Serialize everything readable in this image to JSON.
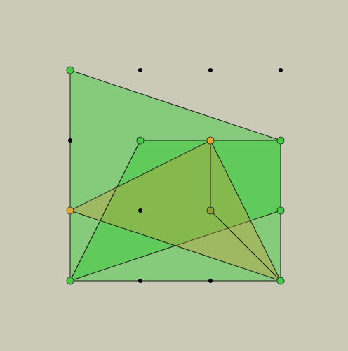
{
  "colors": {
    "background": "#cbcab8",
    "green": "#33cc33",
    "yellow": "#cc9933",
    "vertex_green": "#44cc44",
    "vertex_orange": "#e0a830",
    "vertex_olive": "#8fa030"
  },
  "grid": {
    "columns": 4,
    "rows": 4,
    "cells": [
      [
        0,
        0
      ],
      [
        1,
        0
      ],
      [
        2,
        0
      ],
      [
        3,
        0
      ],
      [
        0,
        1
      ],
      [
        1,
        1
      ],
      [
        2,
        1
      ],
      [
        3,
        1
      ],
      [
        0,
        2
      ],
      [
        1,
        2
      ],
      [
        2,
        2
      ],
      [
        3,
        2
      ],
      [
        0,
        3
      ],
      [
        1,
        3
      ],
      [
        2,
        3
      ],
      [
        3,
        3
      ]
    ]
  },
  "polygons": [
    {
      "name": "outer-quadrilateral",
      "color": "green",
      "opacity": 0.45,
      "points": [
        [
          0,
          0
        ],
        [
          3,
          1
        ],
        [
          3,
          3
        ],
        [
          0,
          3
        ]
      ]
    },
    {
      "name": "inner-rectangle",
      "color": "green",
      "opacity": 0.45,
      "points": [
        [
          1,
          1
        ],
        [
          3,
          1
        ],
        [
          3,
          2
        ],
        [
          0,
          3
        ]
      ]
    },
    {
      "name": "yellow-triangle",
      "color": "yellow",
      "opacity": 0.35,
      "points": [
        [
          2,
          1
        ],
        [
          0,
          2
        ],
        [
          3,
          3
        ]
      ]
    }
  ],
  "edges": [
    {
      "name": "vertical-divider-edge",
      "from": [
        2,
        1
      ],
      "to": [
        2,
        2
      ]
    },
    {
      "name": "diagonal-divider-edge",
      "from": [
        2,
        2
      ],
      "to": [
        3,
        3
      ]
    },
    {
      "name": "inner-rect-left-edge",
      "from": [
        1,
        1
      ],
      "to": [
        0,
        3
      ]
    },
    {
      "name": "rect-right-edge",
      "from": [
        3,
        1
      ],
      "to": [
        3,
        3
      ]
    }
  ],
  "vertices": [
    {
      "name": "vertex-top-left",
      "at": [
        0,
        0
      ],
      "color": "vertex_green"
    },
    {
      "name": "vertex-right-upper",
      "at": [
        3,
        1
      ],
      "color": "vertex_green"
    },
    {
      "name": "vertex-inner-top-left",
      "at": [
        1,
        1
      ],
      "color": "vertex_green"
    },
    {
      "name": "vertex-top-middle",
      "at": [
        2,
        1
      ],
      "color": "vertex_orange"
    },
    {
      "name": "vertex-left-middle",
      "at": [
        0,
        2
      ],
      "color": "vertex_orange"
    },
    {
      "name": "vertex-center",
      "at": [
        2,
        2
      ],
      "color": "vertex_olive"
    },
    {
      "name": "vertex-right-middle",
      "at": [
        3,
        2
      ],
      "color": "vertex_green"
    },
    {
      "name": "vertex-bottom-left",
      "at": [
        0,
        3
      ],
      "color": "vertex_green"
    },
    {
      "name": "vertex-bottom-right",
      "at": [
        3,
        3
      ],
      "color": "vertex_green"
    }
  ]
}
